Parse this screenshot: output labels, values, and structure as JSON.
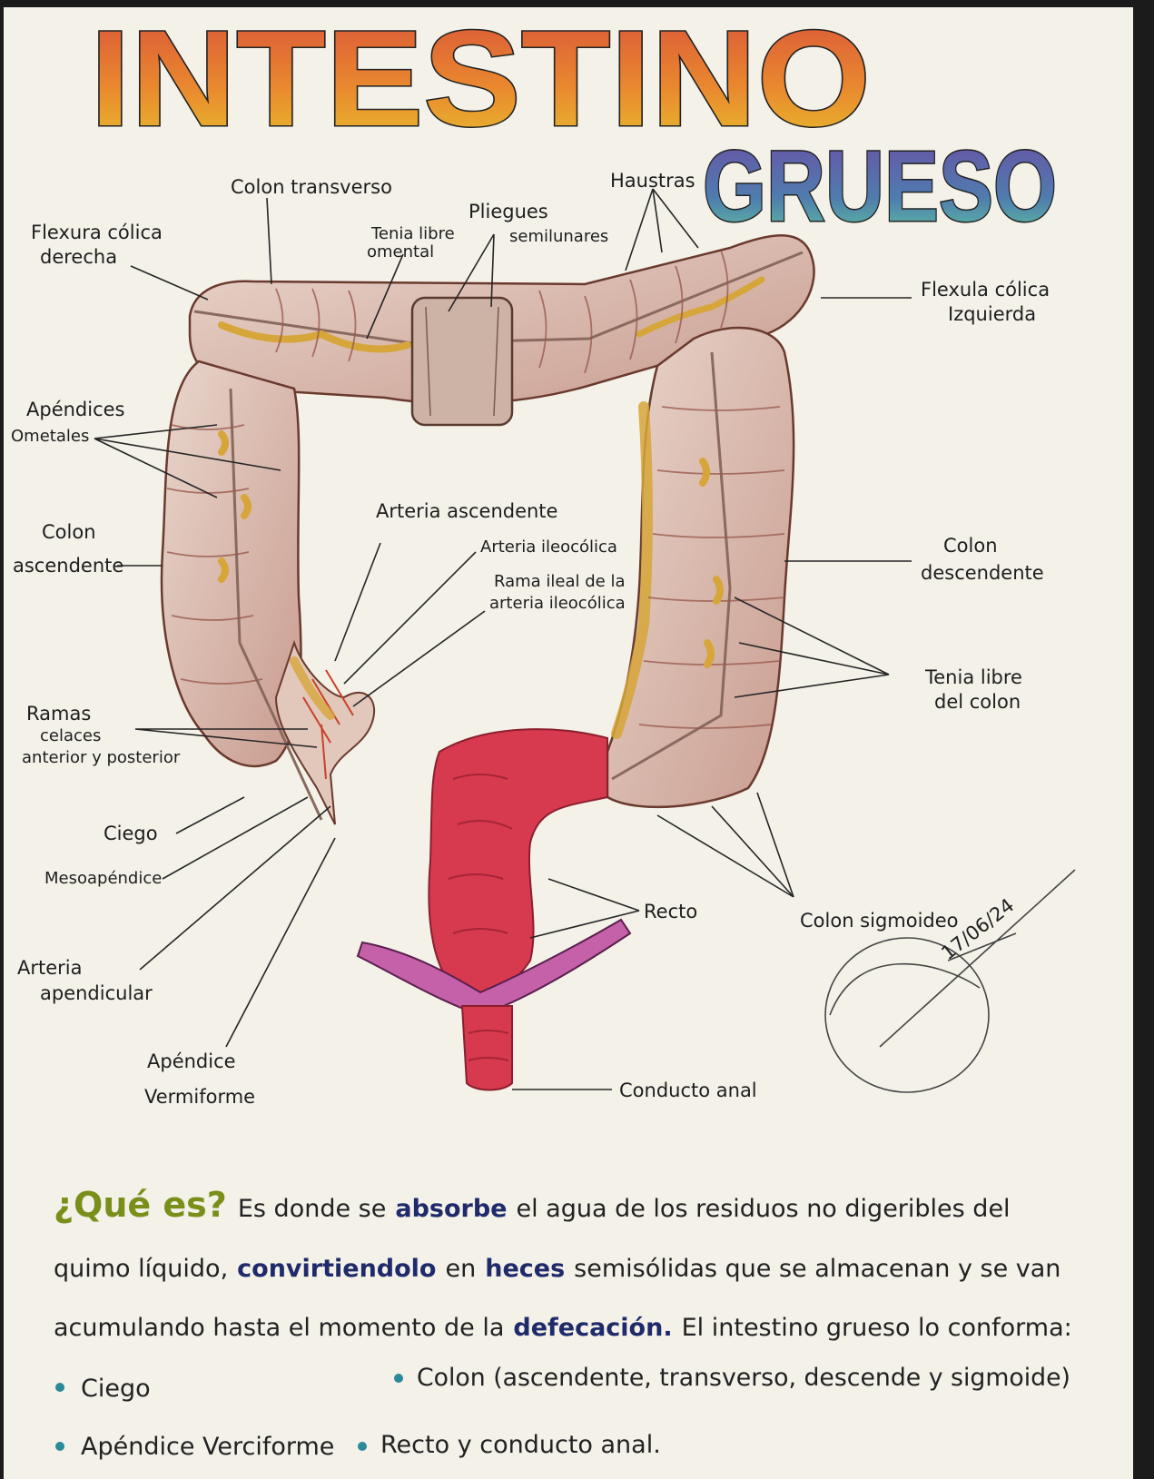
{
  "title": {
    "line1": "INTESTINO",
    "line2": "GRUESO"
  },
  "labels": {
    "colon_transverso": "Colon transverso",
    "haustras": "Haustras",
    "pliegues_1": "Pliegues",
    "pliegues_2": "semilunares",
    "tenia_omental_1": "Tenia libre",
    "tenia_omental_2": "omental",
    "flexura_der_1": "Flexura cólica",
    "flexura_der_2": "derecha",
    "flexura_izq_1": "Flexula cólica",
    "flexura_izq_2": "Izquierda",
    "apendices_1": "Apéndices",
    "apendices_2": "Ometales",
    "colon_asc_1": "Colon",
    "colon_asc_2": "ascendente",
    "arteria_asc": "Arteria ascendente",
    "arteria_ileo": "Arteria ileocólica",
    "rama_ileal_1": "Rama ileal de la",
    "rama_ileal_2": "arteria ileocólica",
    "colon_desc_1": "Colon",
    "colon_desc_2": "descendente",
    "tenia_colon_1": "Tenia libre",
    "tenia_colon_2": "del colon",
    "ramas_1": "Ramas",
    "ramas_2": "celaces",
    "ramas_3": "anterior y posterior",
    "ciego": "Ciego",
    "mesoapendice": "Mesoapéndice",
    "arteria_apend_1": "Arteria",
    "arteria_apend_2": "apendicular",
    "apendice_1": "Apéndice",
    "apendice_2": "Vermiforme",
    "recto": "Recto",
    "colon_sig": "Colon sigmoideo",
    "conducto_anal": "Conducto anal",
    "date": "17/06/24"
  },
  "text": {
    "question": "¿Qué es?",
    "l1a": "Es donde se",
    "l1b": "absorbe",
    "l1c": "el agua de los residuos no digeribles del",
    "l2a": "quimo líquido,",
    "l2b": "convirtiendolo",
    "l2c": "en",
    "l2d": "heces",
    "l2e": "semisólidas que se almacenan y se van",
    "l3a": "acumulando hasta el momento de la",
    "l3b": "defecación.",
    "l3c": "El intestino grueso lo conforma:",
    "b1": "Ciego",
    "b2": "Colon (ascendente, transverso, descende y sigmoide)",
    "b3": "Apéndice Verciforme",
    "b4": "Recto y conducto anal."
  },
  "colors": {
    "paper": "#f3f1e8",
    "colon_fill": "#dcc0b6",
    "colon_shade": "#9a5a4e",
    "fat": "#d9a93a",
    "rectum": "#d7394e",
    "levator": "#c561a8",
    "emphasis": "#1f2a6b"
  }
}
